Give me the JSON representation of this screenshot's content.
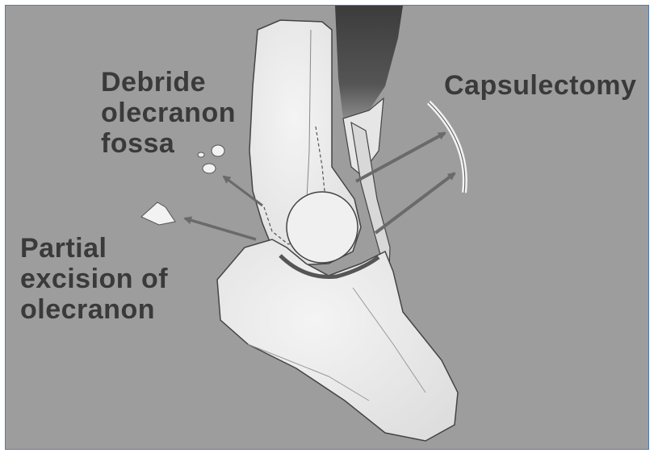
{
  "labels": {
    "debride": [
      "Debride",
      "olecranon",
      "fossa"
    ],
    "capsulectomy": "Capsulectomy",
    "partial": [
      "Partial",
      "excision of",
      "olecranon"
    ]
  },
  "colors": {
    "background": "#9d9d9d",
    "bone": "#ececec",
    "outline": "#444444",
    "arrow": "#6a6a6a",
    "muscle": "#4a4a4a",
    "text": "#3a3a3a",
    "border": "#4a7fb0"
  }
}
